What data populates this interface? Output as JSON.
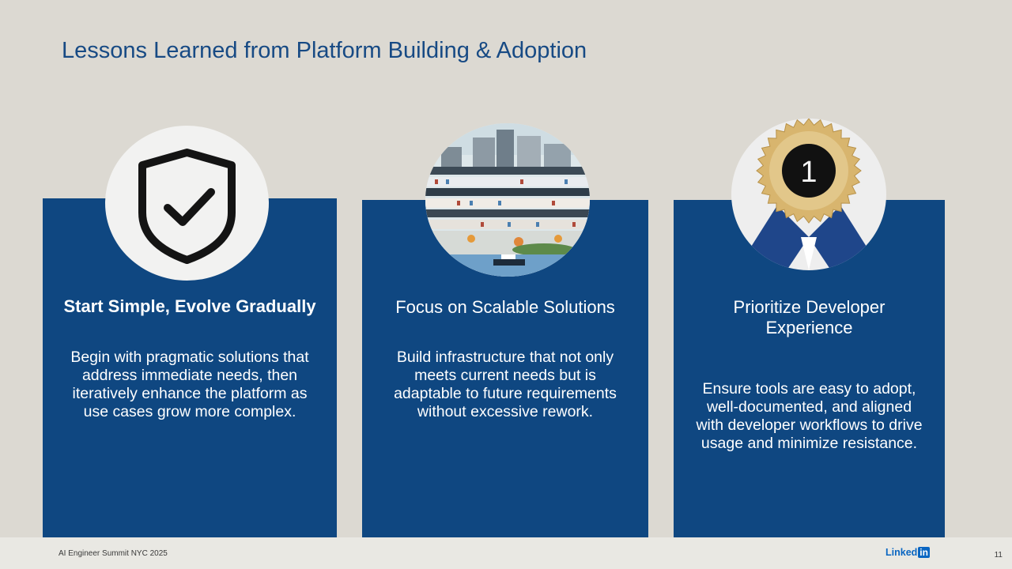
{
  "slide": {
    "title": "Lessons Learned from Platform Building & Adoption"
  },
  "cards": [
    {
      "icon": "shield-check-icon",
      "heading": "Start Simple, Evolve Gradually",
      "body_lines": [
        "Begin with pragmatic solutions that",
        "address immediate needs, then",
        "iteratively enhance the platform as",
        "use cases grow more complex."
      ]
    },
    {
      "icon": "city-illustration",
      "heading": "Focus on Scalable Solutions",
      "body_lines": [
        "Build infrastructure that not only",
        "meets current needs but is",
        "adaptable to future requirements",
        "without excessive rework."
      ]
    },
    {
      "icon": "first-place-ribbon-icon",
      "badge_text": "1",
      "heading_lines": [
        "Prioritize Developer",
        "Experience"
      ],
      "body_lines": [
        "Ensure tools are easy to adopt,",
        "well-documented, and aligned",
        "with developer workflows to drive",
        "usage and minimize resistance."
      ]
    }
  ],
  "footer": {
    "event": "AI Engineer Summit NYC 2025",
    "logo_word": "Linked",
    "logo_box": "in",
    "page_number": "11"
  },
  "colors": {
    "background": "#dcd9d2",
    "card_blue": "#0f4781",
    "title_blue": "#174a84",
    "linkedin_blue": "#0a66c2"
  }
}
